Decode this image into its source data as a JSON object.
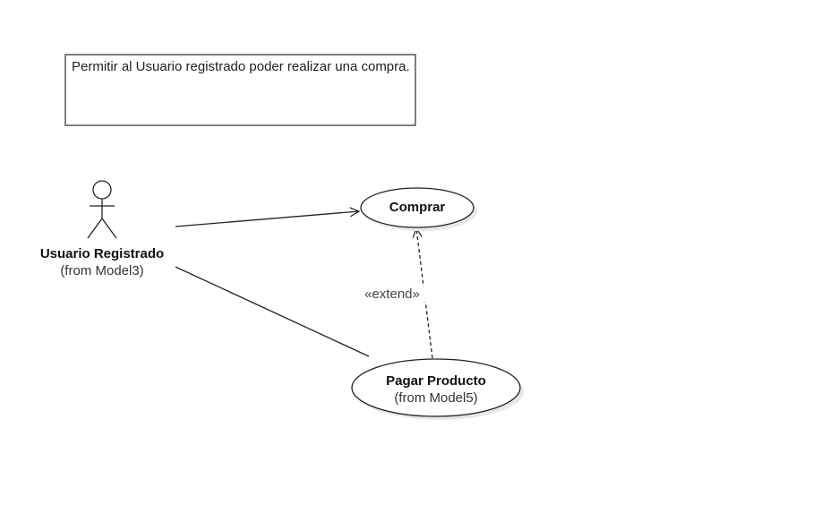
{
  "note": {
    "text": "Permitir al Usuario registrado poder realizar una compra."
  },
  "actor": {
    "name": "Usuario Registrado",
    "from": "(from Model3)"
  },
  "use_cases": {
    "comprar": {
      "name": "Comprar"
    },
    "pagar": {
      "name": "Pagar Producto",
      "from": "(from Model5)"
    }
  },
  "relationships": {
    "extend_label": "«extend»"
  },
  "colors": {
    "stroke": "#222222",
    "shadow": "#e8e8e8",
    "note_border": "#555555"
  }
}
